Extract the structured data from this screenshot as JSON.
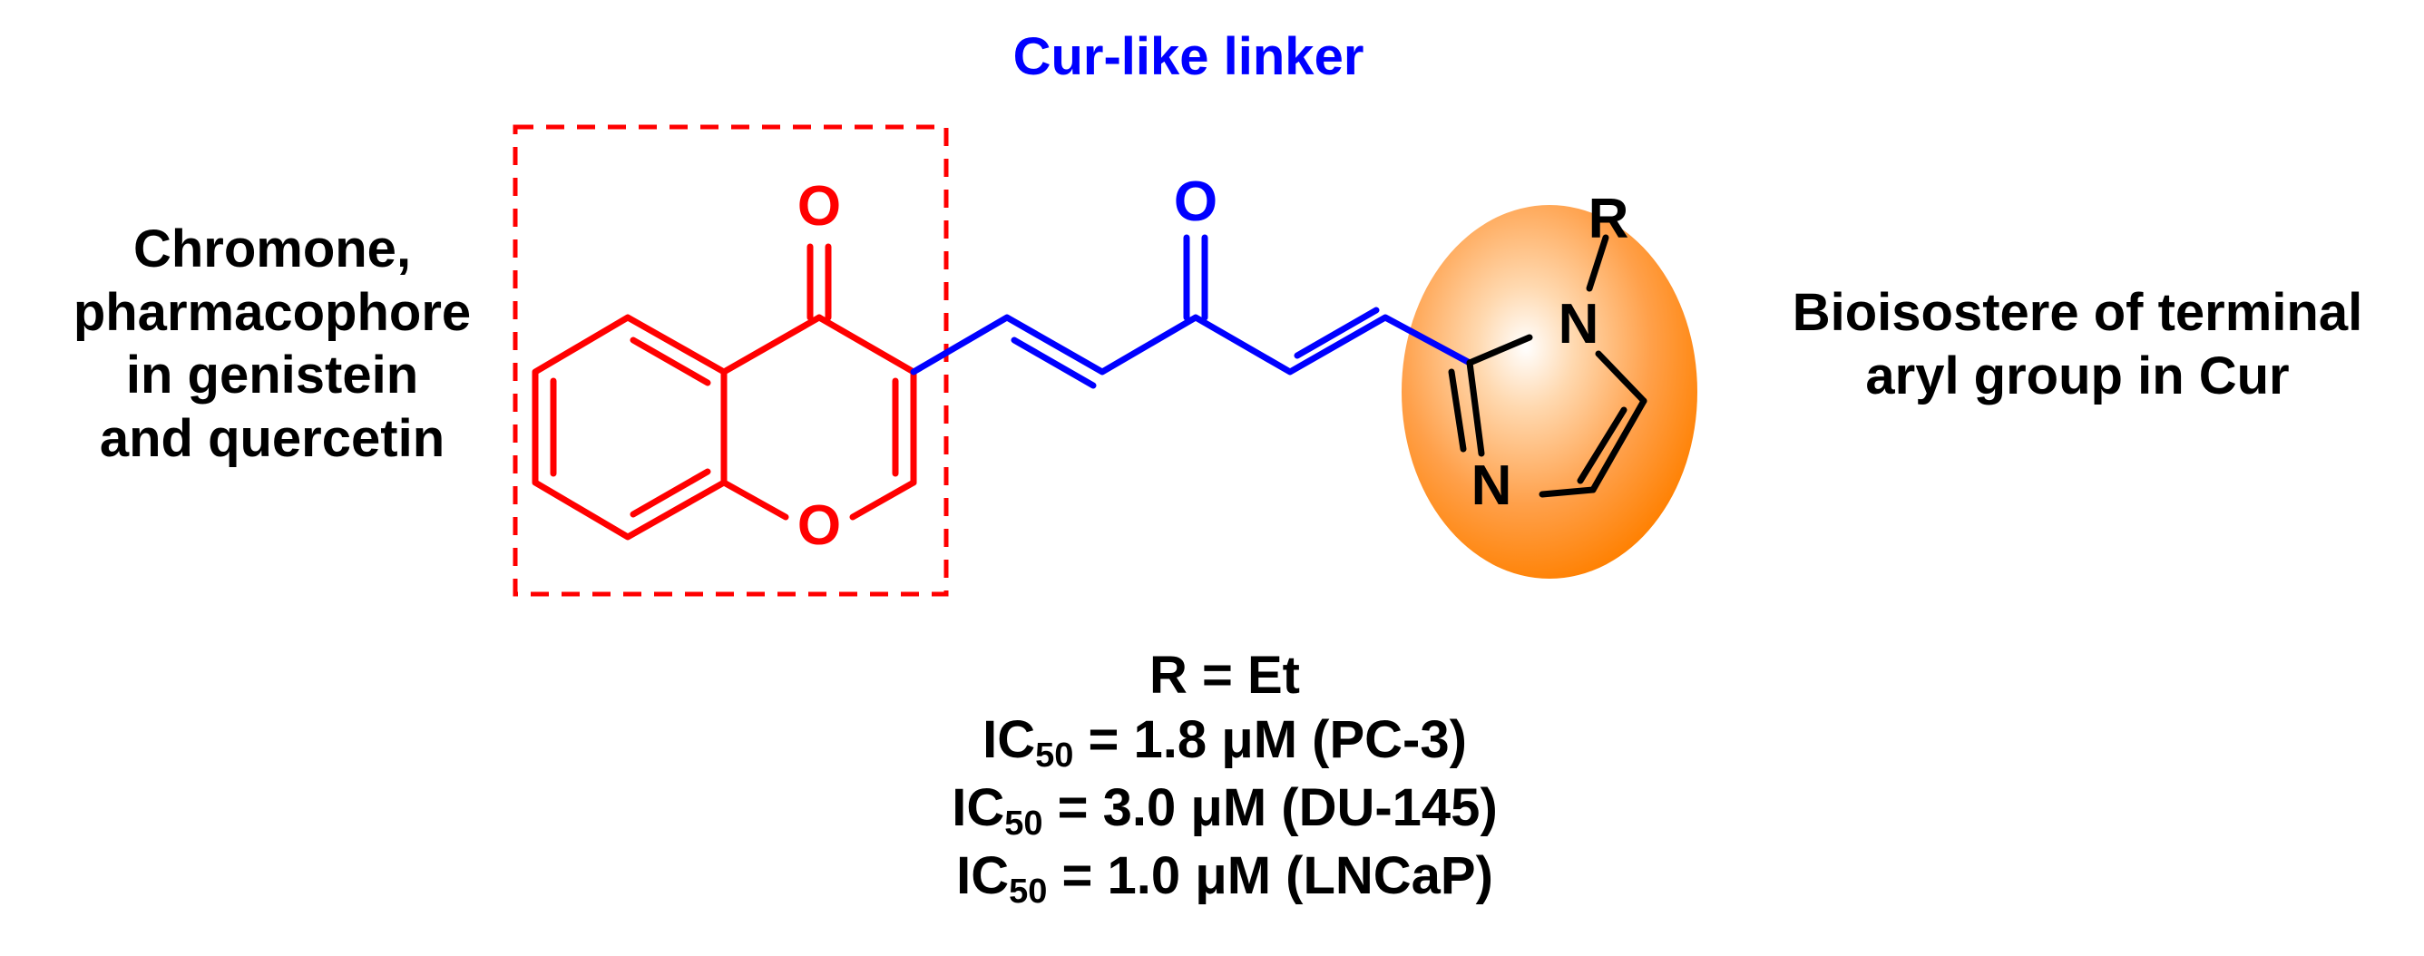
{
  "labels": {
    "linker": "Cur-like linker",
    "chromone_line1": "Chromone,",
    "chromone_line2": "pharmacophore",
    "chromone_line3": "in genistein",
    "chromone_line4": "and quercetin",
    "bioisostere_line1": "Bioisostere of terminal",
    "bioisostere_line2": "aryl group in Cur"
  },
  "atoms": {
    "chromone_carbonyl_O": "O",
    "ring_O": "O",
    "linker_carbonyl_O": "O",
    "substituent": "R",
    "imidazole_N1": "N",
    "imidazole_N3": "N"
  },
  "substituent": {
    "prefix": "R = ",
    "value": "Et"
  },
  "ic50": [
    {
      "label": "IC",
      "sub": "50",
      "value": " = 1.8 μM (PC-3)"
    },
    {
      "label": "IC",
      "sub": "50",
      "value": " = 3.0 μM (DU-145)"
    },
    {
      "label": "IC",
      "sub": "50",
      "value": " = 1.0 μM (LNCaP)"
    }
  ],
  "colors": {
    "chromone": "#ff0000",
    "linker": "#0000ff",
    "ellipse_fill": "#ff8c1a",
    "text": "#000000"
  }
}
